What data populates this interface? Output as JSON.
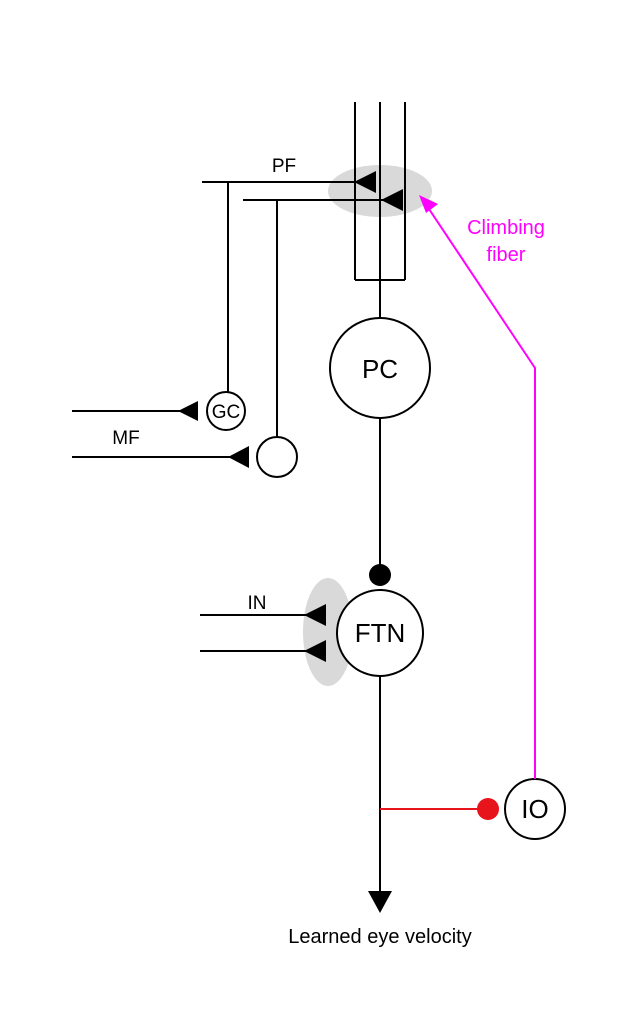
{
  "labels": {
    "pf": "PF",
    "mf": "MF",
    "in": "IN",
    "climbing_fiber_line1": "Climbing",
    "climbing_fiber_line2": "fiber",
    "output": "Learned eye velocity"
  },
  "nodes": {
    "pc": "PC",
    "gc": "GC",
    "ftn": "FTN",
    "io": "IO"
  },
  "colors": {
    "line": "#000000",
    "climbing_fiber": "#ff00ff",
    "inhibitory_io": "#e8141c",
    "synapse_shading": "#d9d9d9"
  }
}
